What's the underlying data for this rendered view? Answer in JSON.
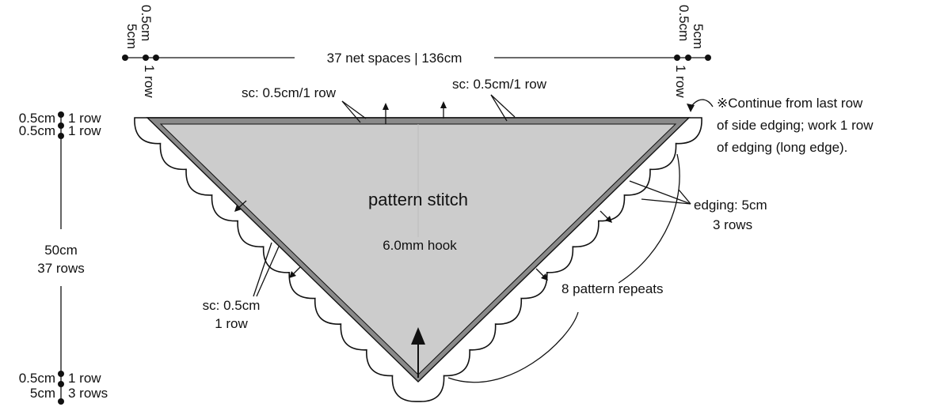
{
  "top_dimension": {
    "width_label": "37 net spaces | 136cm",
    "left_edging": "5cm",
    "left_sc": "0.5cm",
    "left_sc_rows": "1 row",
    "right_edging": "5cm",
    "right_sc": "0.5cm",
    "right_sc_rows": "1 row"
  },
  "side_dimension": {
    "top_sc_1_cm": "0.5cm",
    "top_sc_1_rows": "1 row",
    "top_sc_2_cm": "0.5cm",
    "top_sc_2_rows": "1 row",
    "height_cm": "50cm",
    "height_rows": "37 rows",
    "bottom_sc_cm": "0.5cm",
    "bottom_sc_rows": "1 row",
    "bottom_edging_cm": "5cm",
    "bottom_edging_rows": "3 rows"
  },
  "labels": {
    "sc_top_left": "sc: 0.5cm/1 row",
    "sc_top_right": "sc: 0.5cm/1 row",
    "pattern_stitch": "pattern stitch",
    "hook": "6.0mm hook",
    "sc_left_line1": "sc: 0.5cm",
    "sc_left_line2": "1 row",
    "edging_line1": "edging: 5cm",
    "edging_line2": "3 rows",
    "repeats": "8 pattern repeats",
    "note_line1": "※Continue from last row",
    "note_line2": "of side edging; work 1 row",
    "note_line3": "of edging (long edge)."
  },
  "colors": {
    "fabric": "#cccccc",
    "sc_band": "#8a8a8a",
    "ink": "#111111"
  }
}
